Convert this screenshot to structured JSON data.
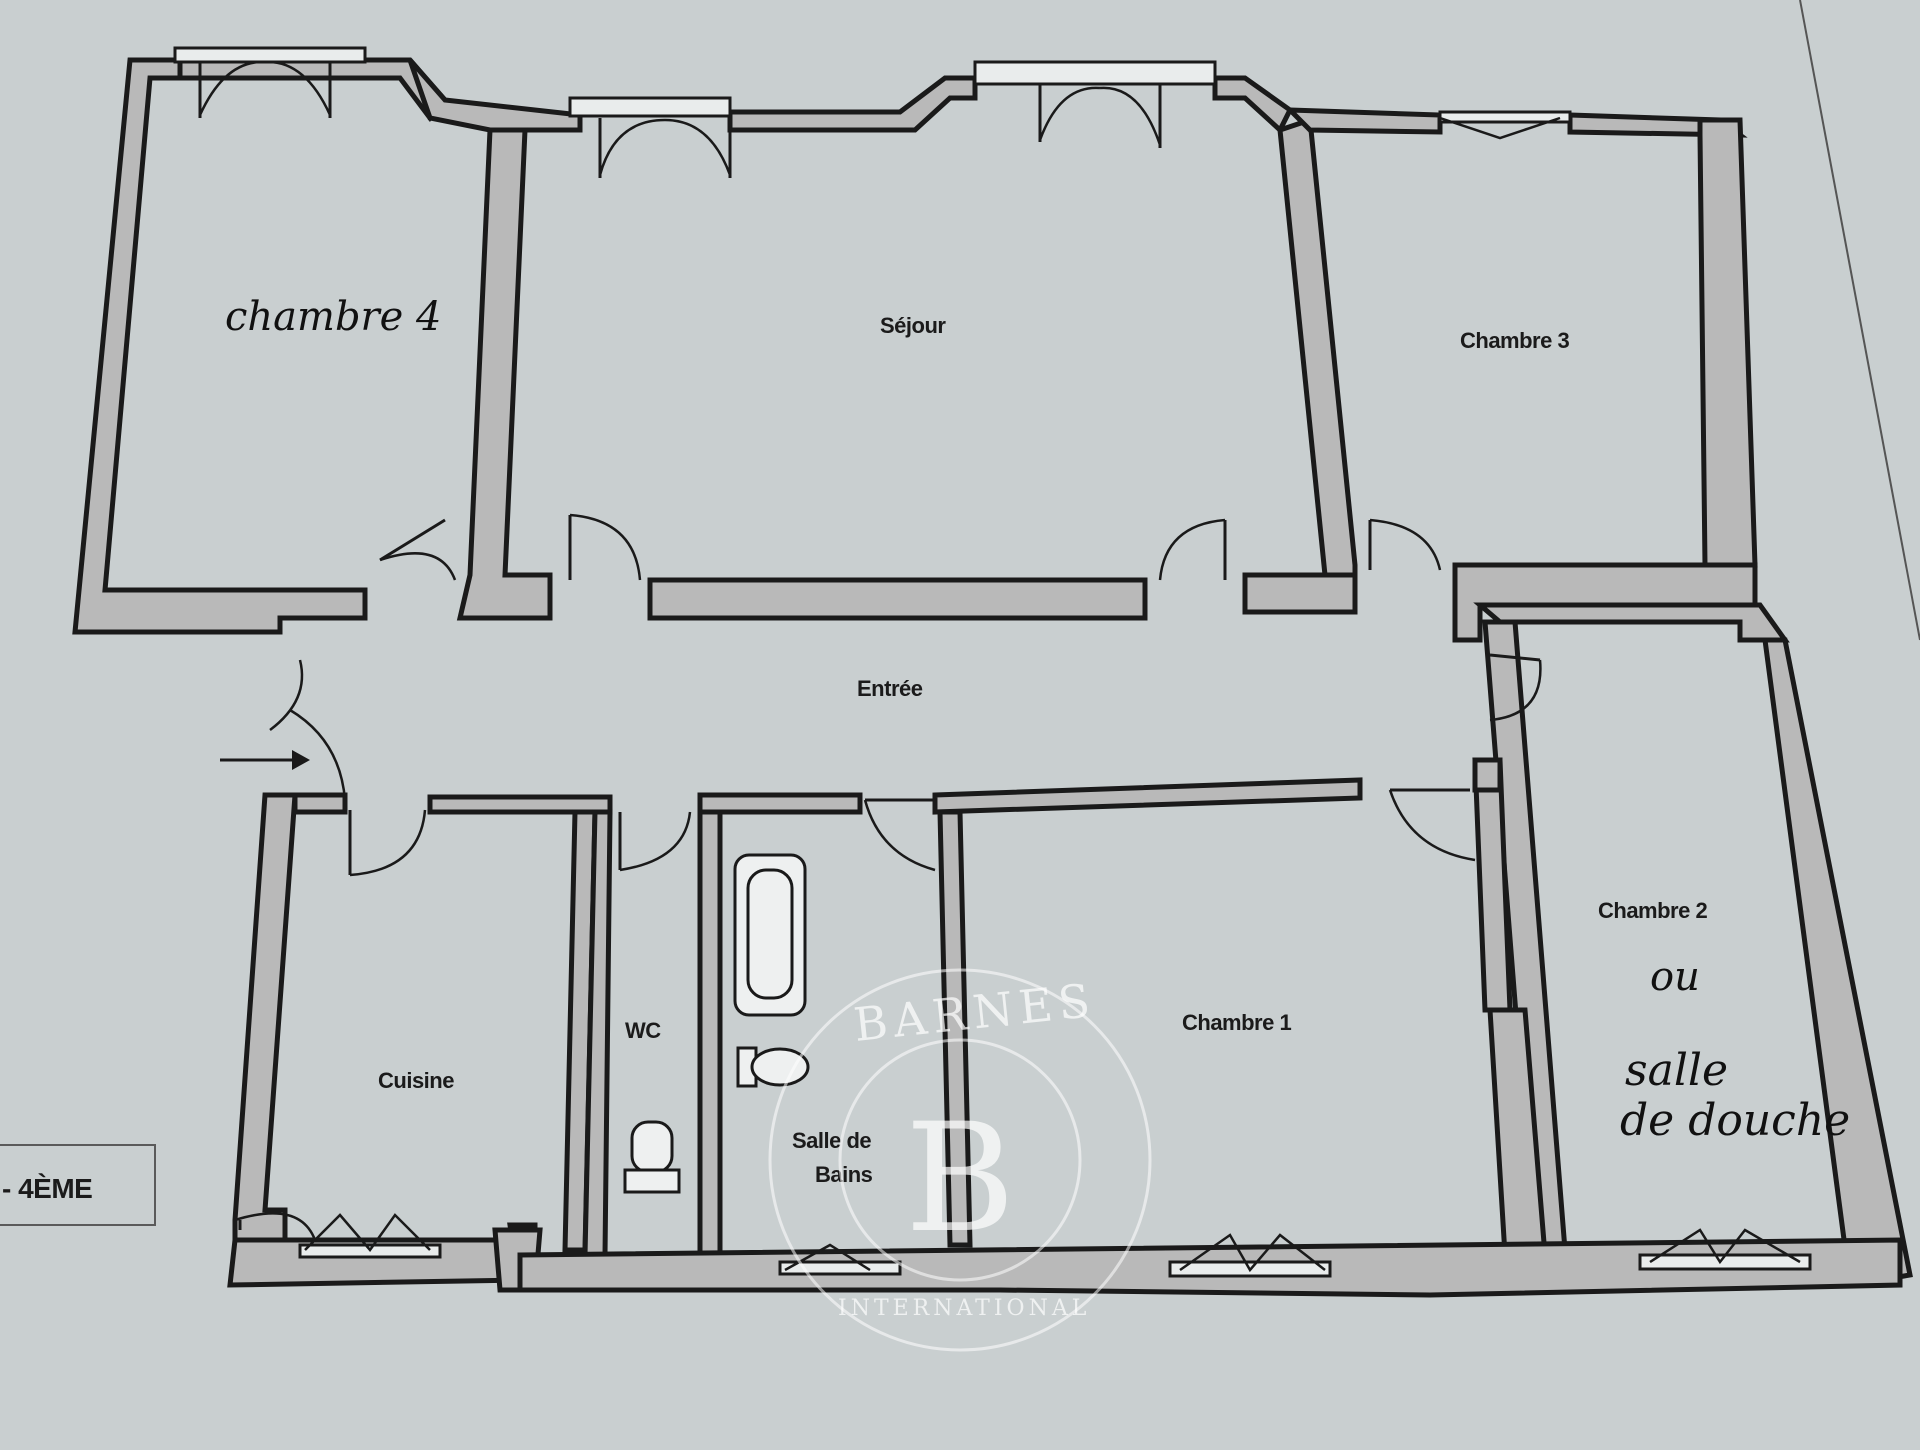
{
  "rooms": {
    "chambre4": "chambre 4",
    "sejour": "Séjour",
    "chambre3": "Chambre 3",
    "entree": "Entrée",
    "chambre2": "Chambre 2",
    "chambre2_note_1": "ou",
    "chambre2_note_2": "salle",
    "chambre2_note_3": "de douche",
    "chambre1": "Chambre 1",
    "cuisine": "Cuisine",
    "wc": "WC",
    "sdb_1": "Salle de",
    "sdb_2": "Bains"
  },
  "floor": "- 4ÈME",
  "watermark": {
    "brand": "BARNES",
    "monogram": "B",
    "sub": "INTERNATIONAL"
  },
  "colors": {
    "paper": "#c9cfd0",
    "wall_fill": "#b9b9b9",
    "ink": "#1a1a1a"
  }
}
